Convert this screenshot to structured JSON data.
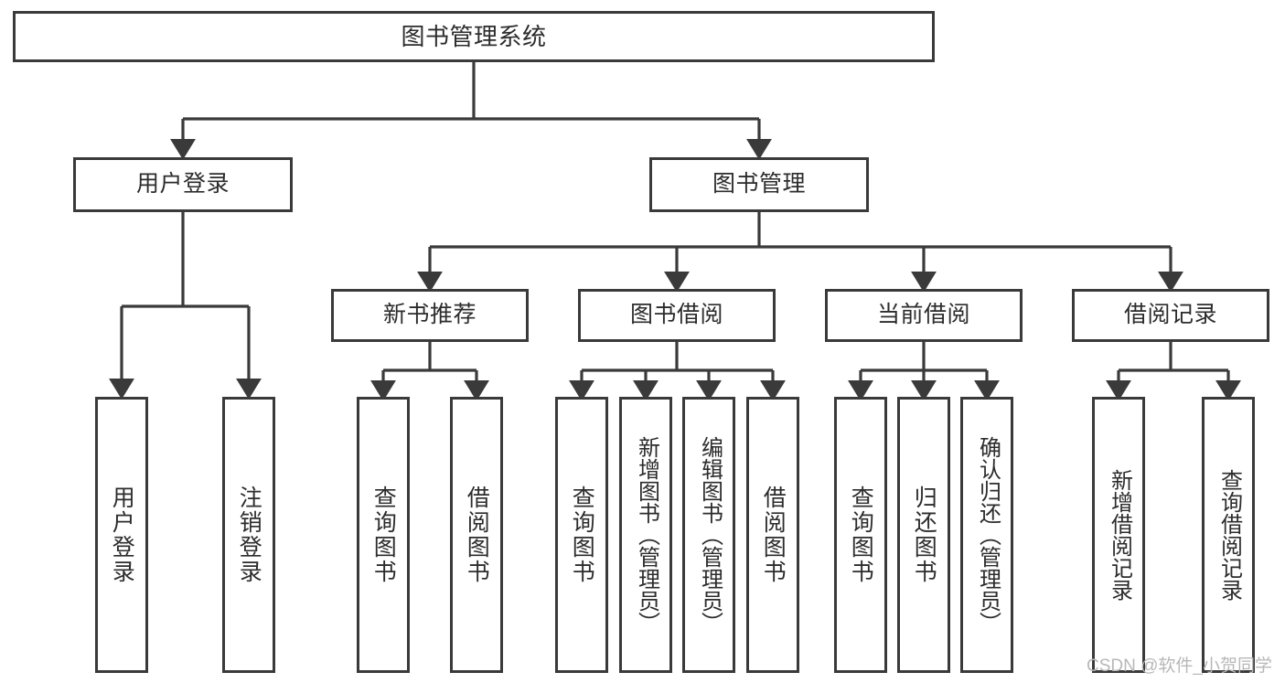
{
  "diagram": {
    "type": "tree-hierarchy-diagram",
    "title": "图书管理系统",
    "colors": {
      "background": "#ffffff",
      "box_border": "#3a3a3a",
      "box_fill": "#ffffff",
      "text": "#2c2c2c",
      "connector": "#3a3a3a",
      "watermark": "#b8b8b8"
    },
    "root": {
      "label": "图书管理系统"
    },
    "level2": [
      {
        "label": "用户登录"
      },
      {
        "label": "图书管理"
      }
    ],
    "level3": [
      {
        "label": "新书推荐"
      },
      {
        "label": "图书借阅"
      },
      {
        "label": "当前借阅"
      },
      {
        "label": "借阅记录"
      }
    ],
    "leaves": {
      "user_login": [
        {
          "label": "用户登录"
        },
        {
          "label": "注销登录"
        }
      ],
      "new_book_recommend": [
        {
          "label": "查询图书"
        },
        {
          "label": "借阅图书"
        }
      ],
      "book_borrow": [
        {
          "label": "查询图书"
        },
        {
          "label": "新增图书（管理员）"
        },
        {
          "label": "编辑图书（管理员）"
        },
        {
          "label": "借阅图书"
        }
      ],
      "current_borrow": [
        {
          "label": "查询图书"
        },
        {
          "label": "归还图书"
        },
        {
          "label": "确认归还（管理员）"
        }
      ],
      "borrow_record": [
        {
          "label": "新增借阅记录"
        },
        {
          "label": "查询借阅记录"
        }
      ]
    }
  },
  "watermark": {
    "text": "CSDN @软件_小贺同学"
  }
}
